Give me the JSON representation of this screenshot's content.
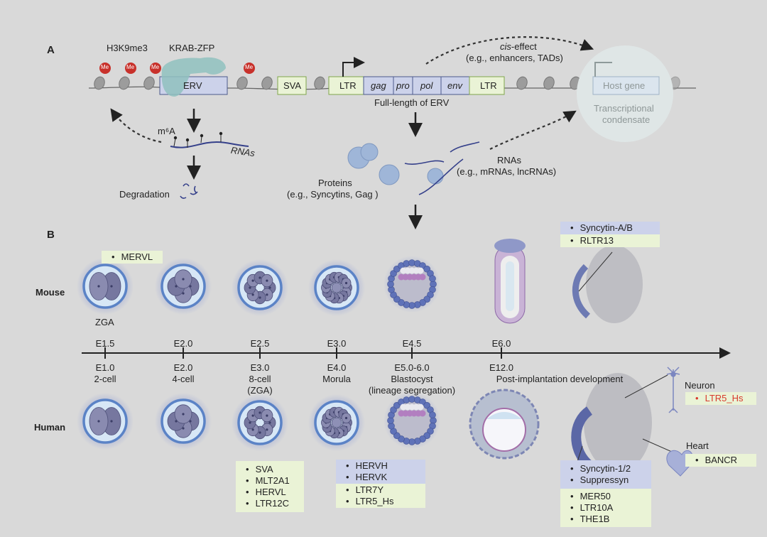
{
  "panels": {
    "a": "A",
    "b": "B"
  },
  "panel_a": {
    "h3k9me3": "H3K9me3",
    "krab_zfp": "KRAB-ZFP",
    "me_badge": "Me",
    "erv": "ERV",
    "sva": "SVA",
    "erv_segments": [
      "LTR",
      "gag",
      "pro",
      "pol",
      "env",
      "LTR"
    ],
    "full_length": "Full-length of ERV",
    "cis_italic": "cis",
    "cis_rest": "-effect",
    "cis_examples": "(e.g., enhancers, TADs)",
    "host_gene": "Host gene",
    "condensate": [
      "Transcriptional",
      "condensate"
    ],
    "m6a": "m⁶A",
    "rnas_left": "RNAs",
    "degradation": "Degradation",
    "proteins": "Proteins",
    "proteins_examples": "(e.g., Syncytins, Gag )",
    "rnas_right": "RNAs",
    "rnas_examples": "(e.g., mRNAs, lncRNAs)"
  },
  "panel_b": {
    "species": {
      "mouse": "Mouse",
      "human": "Human"
    },
    "mouse_zga": "ZGA",
    "mouse_ticks": [
      "E1.5",
      "E2.0",
      "E2.5",
      "E3.0",
      "E4.5",
      "E6.0"
    ],
    "human_ticks": [
      {
        "day": "E1.0",
        "stage": "2-cell"
      },
      {
        "day": "E2.0",
        "stage": "4-cell"
      },
      {
        "day": "E3.0",
        "stage": "8-cell",
        "note": "(ZGA)"
      },
      {
        "day": "E4.0",
        "stage": "Morula"
      },
      {
        "day": "E5.0-6.0",
        "stage": "Blastocyst",
        "note": "(lineage segregation)"
      },
      {
        "day": "E12.0",
        "stage": "Post-implantation development"
      }
    ],
    "mouse_boxes": {
      "zga": [
        "MERVL"
      ],
      "placenta_blue": [
        "Syncytin-A/B"
      ],
      "placenta_green": [
        "RLTR13"
      ]
    },
    "human_boxes": {
      "eight_cell": [
        "SVA",
        "MLT2A1",
        "HERVL",
        "LTR12C"
      ],
      "morula_blue": [
        "HERVH",
        "HERVK"
      ],
      "morula_green": [
        "LTR7Y",
        "LTR5_Hs"
      ],
      "placenta_blue": [
        "Syncytin-1/2",
        "Suppressyn"
      ],
      "placenta_green": [
        "MER50",
        "LTR10A",
        "THE1B"
      ]
    },
    "neuron": {
      "label": "Neuron",
      "items": [
        "LTR5_Hs"
      ]
    },
    "heart": {
      "label": "Heart",
      "items": [
        "BANCR"
      ]
    }
  },
  "colors": {
    "background": "#d9d9d9",
    "ltr_green": "#eaf3d6",
    "erv_blue": "#ccd2ea",
    "me_red": "#c8312b",
    "krab_teal": "#8fc1be",
    "highlight_red": "#d83a2d"
  }
}
